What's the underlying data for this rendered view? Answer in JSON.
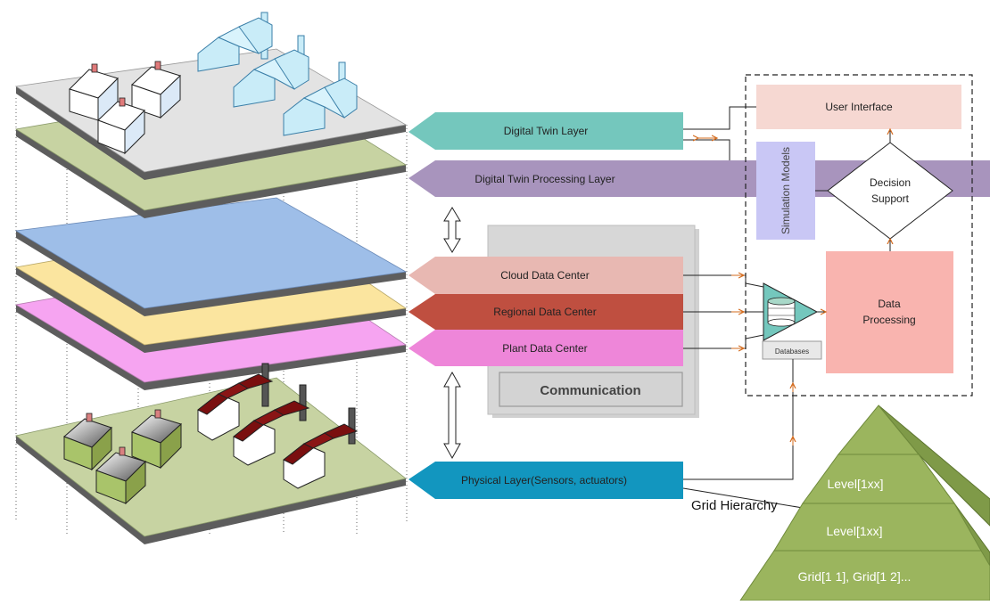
{
  "layers": {
    "digital_twin": "Digital Twin Layer",
    "processing": "Digital Twin Processing Layer",
    "cloud": "Cloud Data Center",
    "regional": "Regional Data Center",
    "plant": "Plant Data Center",
    "physical": "Physical Layer(Sensors, actuators)"
  },
  "panel": {
    "user_interface": "User Interface",
    "simulation_models": "Simulation Models",
    "decision_support_line1": "Decision",
    "decision_support_line2": "Support",
    "data_processing_line1": "Data",
    "data_processing_line2": "Processing",
    "databases": "Databases"
  },
  "communication": "Communication",
  "grid": {
    "title": "Grid Hierarchy",
    "level_top": "Level[1xx]",
    "level_mid": "Level[1xx]",
    "level_bottom": "Grid[1 1], Grid[1 2]..."
  },
  "colors": {
    "digital_twin": "#74c7bd",
    "processing": "#a894bd",
    "cloud": "#e8b8b2",
    "regional": "#bf4f40",
    "plant": "#ee86d9",
    "physical": "#1296bf",
    "pyramid": "#9bb55e",
    "simulation": "#c9c7f5",
    "user_interface": "#f6d8d2",
    "data_processing": "#f9b4af"
  }
}
